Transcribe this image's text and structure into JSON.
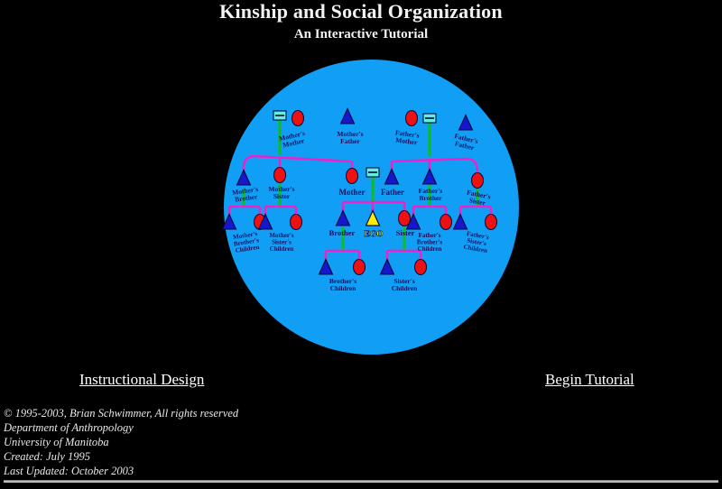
{
  "page": {
    "background_color": "#000000",
    "text_color": "#ffffff"
  },
  "header": {
    "title": "Kinship and Social Organization",
    "subtitle": "An Interactive Tutorial"
  },
  "links": {
    "instructional_design": "Instructional Design",
    "begin_tutorial": "Begin Tutorial"
  },
  "footer": {
    "lines": [
      "© 1995-2003, Brian Schwimmer, All rights reserved",
      "Department of Anthropology",
      "University of Manitoba",
      "Created: July 1995",
      "Last Updated: October 2003"
    ]
  },
  "diagram": {
    "name": "kinship-chart",
    "shape": "circle",
    "circle_color": "#119ff5",
    "female_color": "#ee1111",
    "male_color": "#1616cc",
    "ego_color": "#ffee00",
    "sibling_line_color": "#ee22cc",
    "descent_line_color": "#11bb22",
    "marriage_symbol_color": "#55eedd",
    "label_color": "#101060",
    "ego_label": "EGO",
    "labels": {
      "mothers_mother": "Mother's\nMother",
      "mothers_father": "Mother's\nFather",
      "fathers_mother": "Father's\nMother",
      "fathers_father": "Father's\nFather",
      "mothers_brother": "Mother's\nBrother",
      "mothers_sister": "Mother's\nSister",
      "mother": "Mother",
      "father": "Father",
      "fathers_brother": "Father's\nBrother",
      "fathers_sister": "Father's\nSister",
      "mothers_brothers_children": "Mother's\nBrother's\nChildren",
      "mothers_sisters_children": "Mother's\nSister's\nChildren",
      "brother": "Brother",
      "sister": "Sister",
      "fathers_brothers_children": "Father's\nBrother's\nChildren",
      "fathers_sisters_children": "Father's\nSister's\nChildren",
      "brothers_children": "Brother's\nChildren",
      "sisters_children": "Sister's\nChildren"
    },
    "nodes": [
      {
        "id": "mm",
        "label": "Mother's Mother",
        "sex": "female",
        "generation": "grandparent"
      },
      {
        "id": "mf",
        "label": "Mother's Father",
        "sex": "male",
        "generation": "grandparent"
      },
      {
        "id": "fm",
        "label": "Father's Mother",
        "sex": "female",
        "generation": "grandparent"
      },
      {
        "id": "ff",
        "label": "Father's Father",
        "sex": "male",
        "generation": "grandparent"
      },
      {
        "id": "mb",
        "label": "Mother's Brother",
        "sex": "male",
        "generation": "parent"
      },
      {
        "id": "mz",
        "label": "Mother's Sister",
        "sex": "female",
        "generation": "parent"
      },
      {
        "id": "mo",
        "label": "Mother",
        "sex": "female",
        "generation": "parent"
      },
      {
        "id": "fa",
        "label": "Father",
        "sex": "male",
        "generation": "parent"
      },
      {
        "id": "fb",
        "label": "Father's Brother",
        "sex": "male",
        "generation": "parent"
      },
      {
        "id": "fz",
        "label": "Father's Sister",
        "sex": "female",
        "generation": "parent"
      },
      {
        "id": "mbc_m",
        "label": "Mother's Brother's Children",
        "sex": "male",
        "generation": "ego"
      },
      {
        "id": "mbc_f",
        "label": "Mother's Brother's Children",
        "sex": "female",
        "generation": "ego"
      },
      {
        "id": "mzc_m",
        "label": "Mother's Sister's Children",
        "sex": "male",
        "generation": "ego"
      },
      {
        "id": "mzc_f",
        "label": "Mother's Sister's Children",
        "sex": "female",
        "generation": "ego"
      },
      {
        "id": "bro",
        "label": "Brother",
        "sex": "male",
        "generation": "ego"
      },
      {
        "id": "ego",
        "label": "EGO",
        "sex": "ego",
        "generation": "ego"
      },
      {
        "id": "sis",
        "label": "Sister",
        "sex": "female",
        "generation": "ego"
      },
      {
        "id": "fbc_m",
        "label": "Father's Brother's Children",
        "sex": "male",
        "generation": "ego"
      },
      {
        "id": "fbc_f",
        "label": "Father's Brother's Children",
        "sex": "female",
        "generation": "ego"
      },
      {
        "id": "fzc_m",
        "label": "Father's Sister's Children",
        "sex": "male",
        "generation": "ego"
      },
      {
        "id": "fzc_f",
        "label": "Father's Sister's Children",
        "sex": "female",
        "generation": "ego"
      },
      {
        "id": "broc_m",
        "label": "Brother's Children",
        "sex": "male",
        "generation": "child"
      },
      {
        "id": "broc_f",
        "label": "Brother's Children",
        "sex": "female",
        "generation": "child"
      },
      {
        "id": "sisc_m",
        "label": "Sister's Children",
        "sex": "male",
        "generation": "child"
      },
      {
        "id": "sisc_f",
        "label": "Sister's Children",
        "sex": "female",
        "generation": "child"
      }
    ]
  }
}
